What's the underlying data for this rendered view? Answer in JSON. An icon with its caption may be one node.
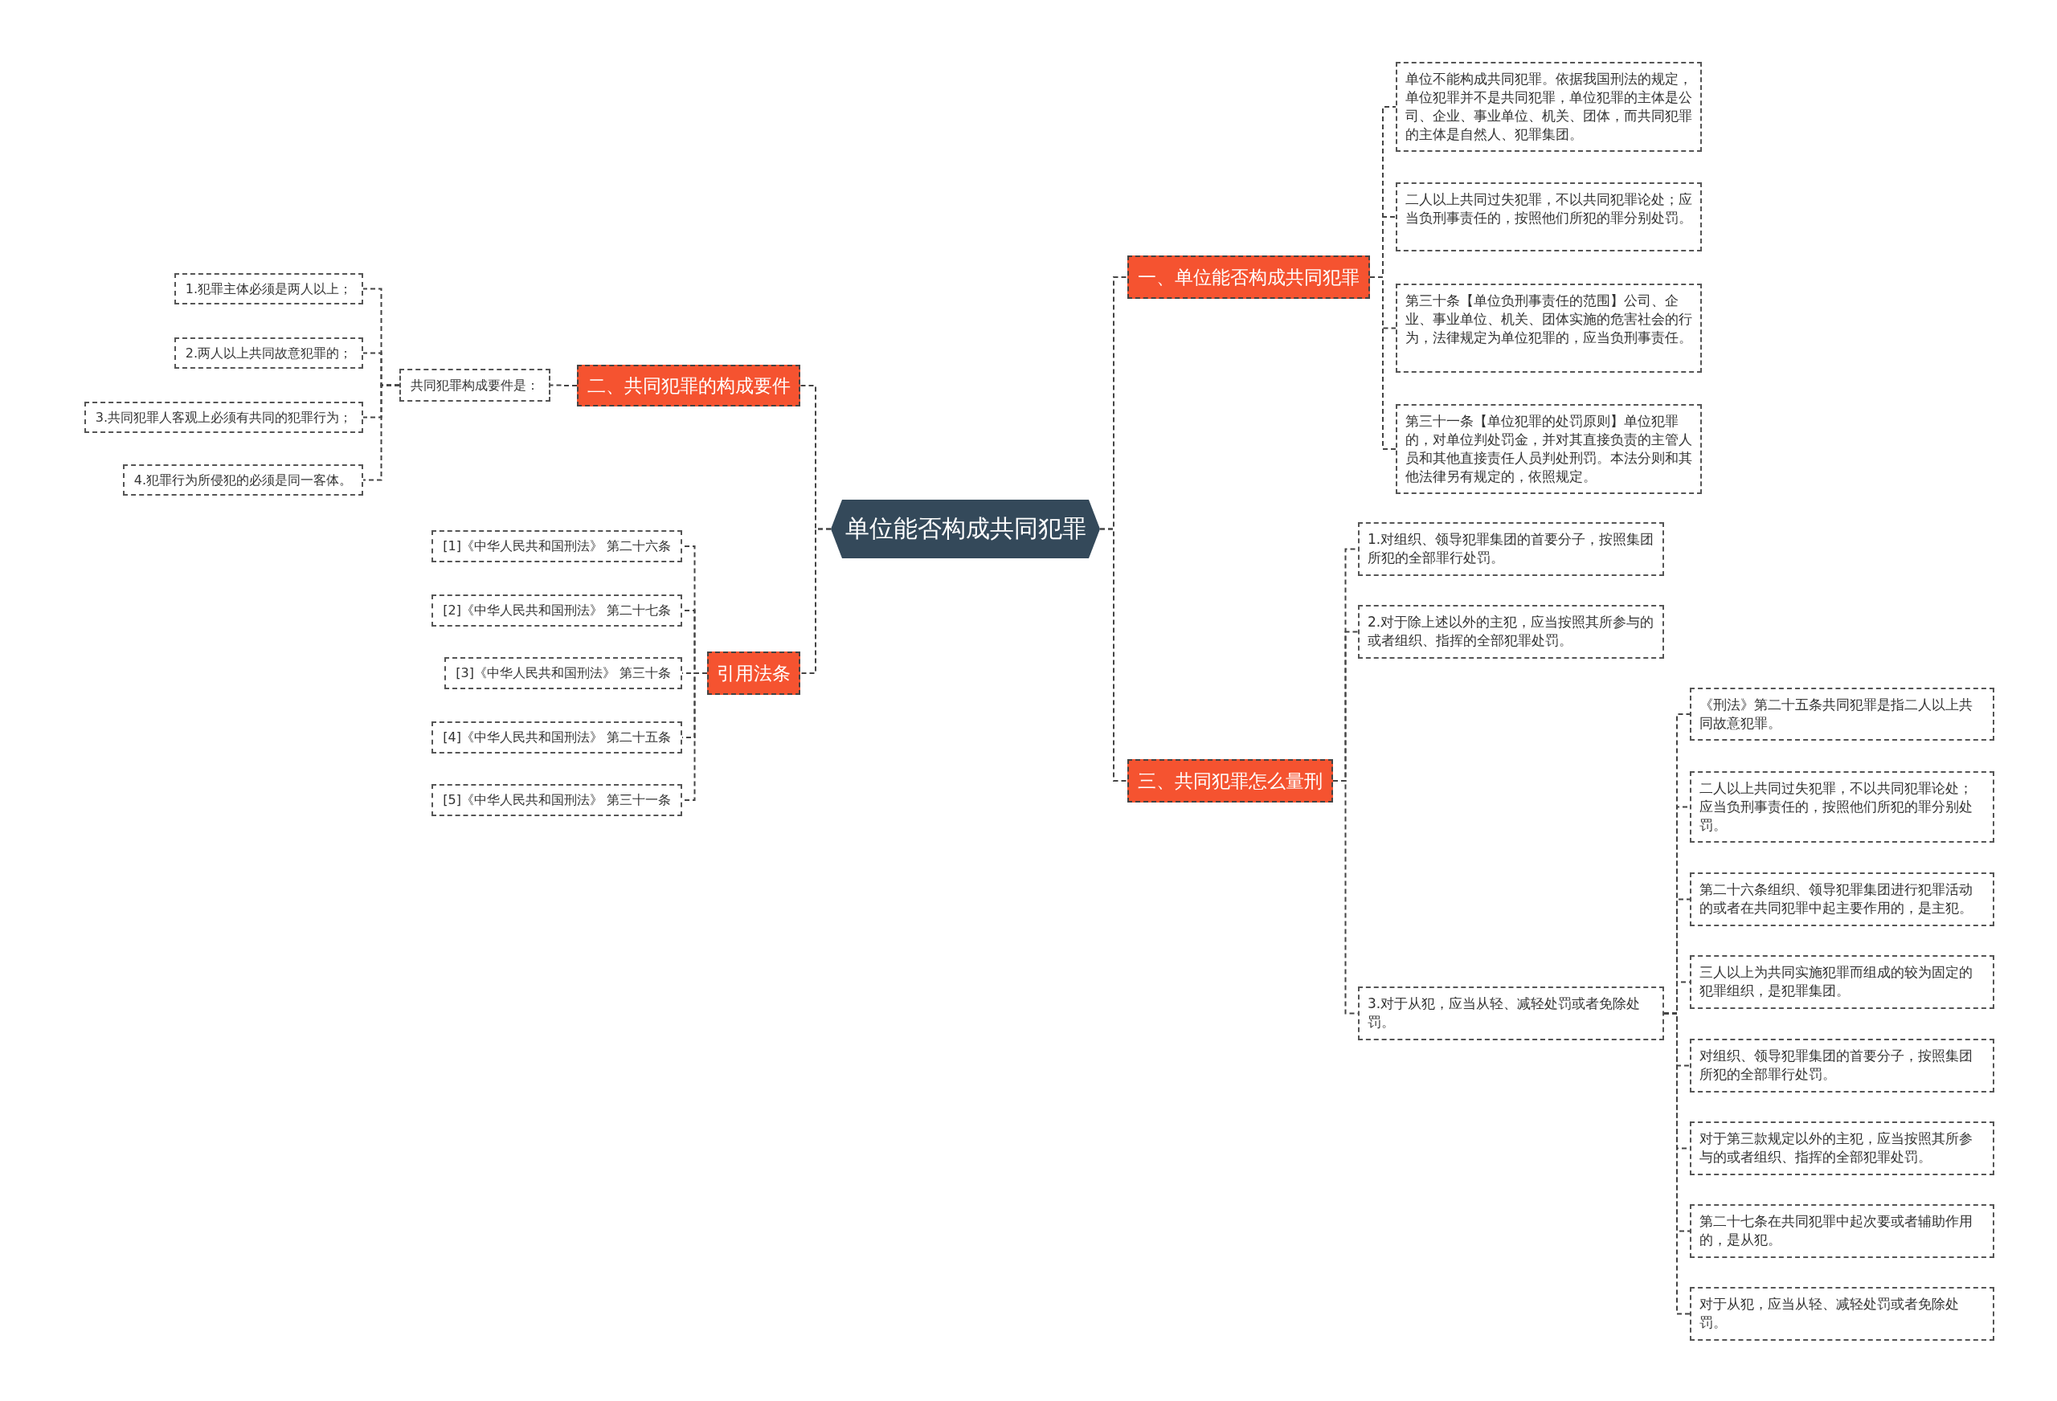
{
  "diagram": {
    "nodes": [
      {
        "text": [
          "单位能否构成共同犯罪"
        ]
      },
      {
        "text": [
          "一、单位能否构成共同犯罪"
        ]
      },
      {
        "text": [
          "单位不能构成共同犯罪。依据我国刑法的规定，单位犯罪并不是共同犯罪，单位犯罪的主体是公司、企业、事业单位、机关、团体，而共同犯罪的主体是自然人、犯罪集团。"
        ]
      },
      {
        "text": [
          "二人以上共同过失犯罪，不以共同犯罪论处；应当负刑事责任的，按照他们所犯的罪分别处罚。"
        ]
      },
      {
        "text": [
          "第三十条【单位负刑事责任的范围】公司、企业、事业单位、机关、团体实施的危害社会的行为，法律规定为单位犯罪的，应当负刑事责任。"
        ]
      },
      {
        "text": [
          "第三十一条【单位犯罪的处罚原则】单位犯罪的，对单位判处罚金，并对其直接负责的主管人员和其他直接责任人员判处刑罚。本法分则和其他法律另有规定的，依照规定。"
        ]
      },
      {
        "text": [
          "三、共同犯罪怎么量刑"
        ]
      },
      {
        "text": [
          "1.对组织、领导犯罪集团的首要分子，按照集团所犯的全部罪行处罚。"
        ]
      },
      {
        "text": [
          "2.对于除上述以外的主犯，应当按照其所参与的或者组织、指挥的全部犯罪处罚。"
        ]
      },
      {
        "text": [
          "3.对于从犯，应当从轻、减轻处罚或者免除处罚。"
        ]
      },
      {
        "text": [
          "《刑法》第二十五条共同犯罪是指二人以上共同故意犯罪。"
        ]
      },
      {
        "text": [
          "二人以上共同过失犯罪，不以共同犯罪论处；应当负刑事责任的，按照他们所犯的罪分别处罚。"
        ]
      },
      {
        "text": [
          "第二十六条组织、领导犯罪集团进行犯罪活动的或者在共同犯罪中起主要作用的，是主犯。"
        ]
      },
      {
        "text": [
          "三人以上为共同实施犯罪而组成的较为固定的犯罪组织，是犯罪集团。"
        ]
      },
      {
        "text": [
          "对组织、领导犯罪集团的首要分子，按照集团所犯的全部罪行处罚。"
        ]
      },
      {
        "text": [
          "对于第三款规定以外的主犯，应当按照其所参与的或者组织、指挥的全部犯罪处罚。"
        ]
      },
      {
        "text": [
          "第二十七条在共同犯罪中起次要或者辅助作用的，是从犯。"
        ]
      },
      {
        "text": [
          "对于从犯，应当从轻、减轻处罚或者免除处罚。"
        ]
      },
      {
        "text": [
          "二、共同犯罪的构成要件"
        ]
      },
      {
        "text": [
          "共同犯罪构成要件是："
        ]
      },
      {
        "text": [
          "1.犯罪主体必须是两人以上；"
        ]
      },
      {
        "text": [
          "2.两人以上共同故意犯罪的；"
        ]
      },
      {
        "text": [
          "3.共同犯罪人客观上必须有共同的犯罪行为；"
        ]
      },
      {
        "text": [
          "4.犯罪行为所侵犯的必须是同一客体。"
        ]
      },
      {
        "text": [
          "引用法条"
        ]
      },
      {
        "text": [
          "[1]《中华人民共和国刑法》 第二十六条"
        ]
      },
      {
        "text": [
          "[2]《中华人民共和国刑法》 第二十七条"
        ]
      },
      {
        "text": [
          "[3]《中华人民共和国刑法》 第三十条"
        ]
      },
      {
        "text": [
          "[4]《中华人民共和国刑法》 第二十五条"
        ]
      },
      {
        "text": [
          "[5]《中华人民共和国刑法》 第三十一条"
        ]
      }
    ],
    "edges": [
      {
        "from": 0,
        "to": 1,
        "arrow": "none"
      },
      {
        "from": 1,
        "to": 2,
        "arrow": "none"
      },
      {
        "from": 1,
        "to": 3,
        "arrow": "none"
      },
      {
        "from": 1,
        "to": 4,
        "arrow": "none"
      },
      {
        "from": 1,
        "to": 5,
        "arrow": "none"
      },
      {
        "from": 0,
        "to": 6,
        "arrow": "none"
      },
      {
        "from": 6,
        "to": 7,
        "arrow": "none"
      },
      {
        "from": 6,
        "to": 8,
        "arrow": "none"
      },
      {
        "from": 6,
        "to": 9,
        "arrow": "none"
      },
      {
        "from": 9,
        "to": 10,
        "arrow": "none"
      },
      {
        "from": 9,
        "to": 11,
        "arrow": "none"
      },
      {
        "from": 9,
        "to": 12,
        "arrow": "none"
      },
      {
        "from": 9,
        "to": 13,
        "arrow": "none"
      },
      {
        "from": 9,
        "to": 14,
        "arrow": "none"
      },
      {
        "from": 9,
        "to": 15,
        "arrow": "none"
      },
      {
        "from": 9,
        "to": 16,
        "arrow": "none"
      },
      {
        "from": 9,
        "to": 17,
        "arrow": "none"
      },
      {
        "from": 0,
        "to": 18,
        "arrow": "none"
      },
      {
        "from": 18,
        "to": 19,
        "arrow": "none"
      },
      {
        "from": 19,
        "to": 20,
        "arrow": "none"
      },
      {
        "from": 19,
        "to": 21,
        "arrow": "none"
      },
      {
        "from": 19,
        "to": 22,
        "arrow": "none"
      },
      {
        "from": 19,
        "to": 23,
        "arrow": "none"
      },
      {
        "from": 0,
        "to": 24,
        "arrow": "none"
      },
      {
        "from": 24,
        "to": 25,
        "arrow": "none"
      },
      {
        "from": 24,
        "to": 26,
        "arrow": "none"
      },
      {
        "from": 24,
        "to": 27,
        "arrow": "none"
      },
      {
        "from": 24,
        "to": 28,
        "arrow": "none"
      },
      {
        "from": 24,
        "to": 29,
        "arrow": "none"
      }
    ]
  }
}
